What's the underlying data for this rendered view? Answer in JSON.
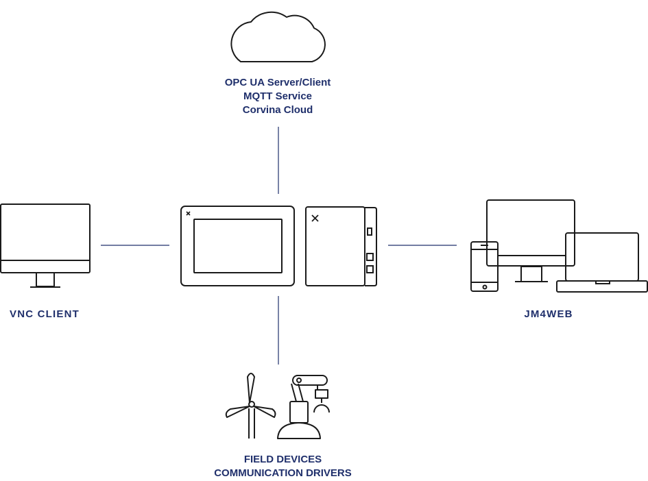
{
  "colors": {
    "line": "#1f2f6b",
    "icon_stroke": "#1a1a1a",
    "label": "#1f2f6b",
    "background": "#ffffff"
  },
  "cloud": {
    "icon": "cloud-icon",
    "lines": [
      "OPC UA Server/Client",
      "MQTT Service",
      "Corvina Cloud"
    ]
  },
  "vnc": {
    "icon": "desktop-monitor-icon",
    "label": "VNC CLIENT"
  },
  "jm4web": {
    "icon": "multi-device-icon",
    "label": "JM4WEB"
  },
  "hmi": {
    "icons": [
      "hmi-panel-icon",
      "controller-box-icon"
    ]
  },
  "field": {
    "icons": [
      "wind-turbine-icon",
      "robot-arm-icon"
    ],
    "lines": [
      "FIELD DEVICES",
      "COMMUNICATION DRIVERS"
    ]
  }
}
